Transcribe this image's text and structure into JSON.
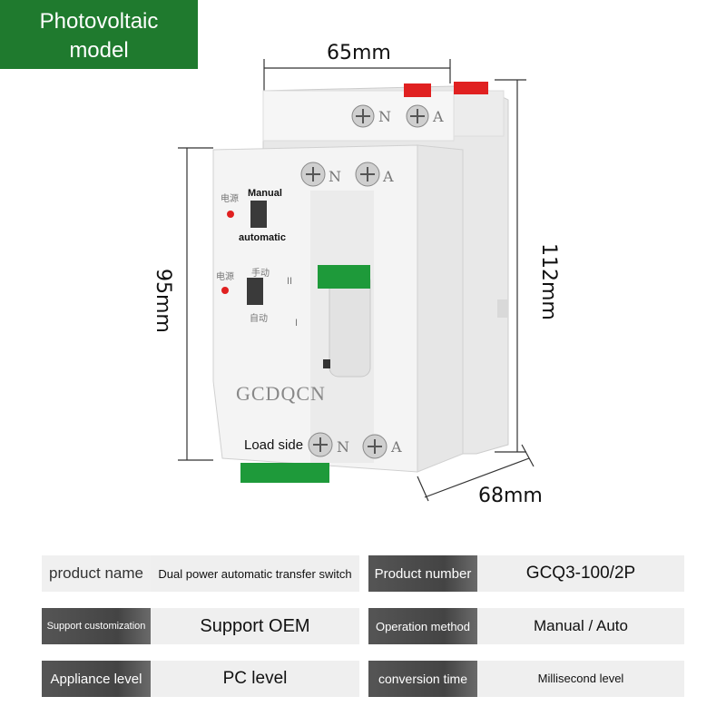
{
  "badge": {
    "line1": "Photovoltaic",
    "line2": "model"
  },
  "dimensions": {
    "width": "65mm",
    "height_right": "112mm",
    "height_left": "95mm",
    "depth": "68mm"
  },
  "device_labels": {
    "manual": "Manual",
    "automatic": "automatic",
    "load_side": "Load side",
    "brand": "GCDQCN",
    "terminal_n": "N",
    "terminal_a": "A",
    "roman_one": "I",
    "roman_two": "II",
    "cn_power": "电源",
    "cn_manual": "手动",
    "cn_auto": "自动"
  },
  "colors": {
    "badge_green": "#1f7a2e",
    "handle_green": "#1e9a3a",
    "red_cap": "#e02020"
  },
  "specs": [
    {
      "label": "product name",
      "value": "Dual power automatic transfer switch"
    },
    {
      "label": "Product number",
      "value": "GCQ3-100/2P"
    },
    {
      "label": "Support customization",
      "value": "Support OEM"
    },
    {
      "label": "Operation method",
      "value": "Manual / Auto"
    },
    {
      "label": "Appliance level",
      "value": "PC level"
    },
    {
      "label": "conversion time",
      "value": "Millisecond level"
    }
  ]
}
